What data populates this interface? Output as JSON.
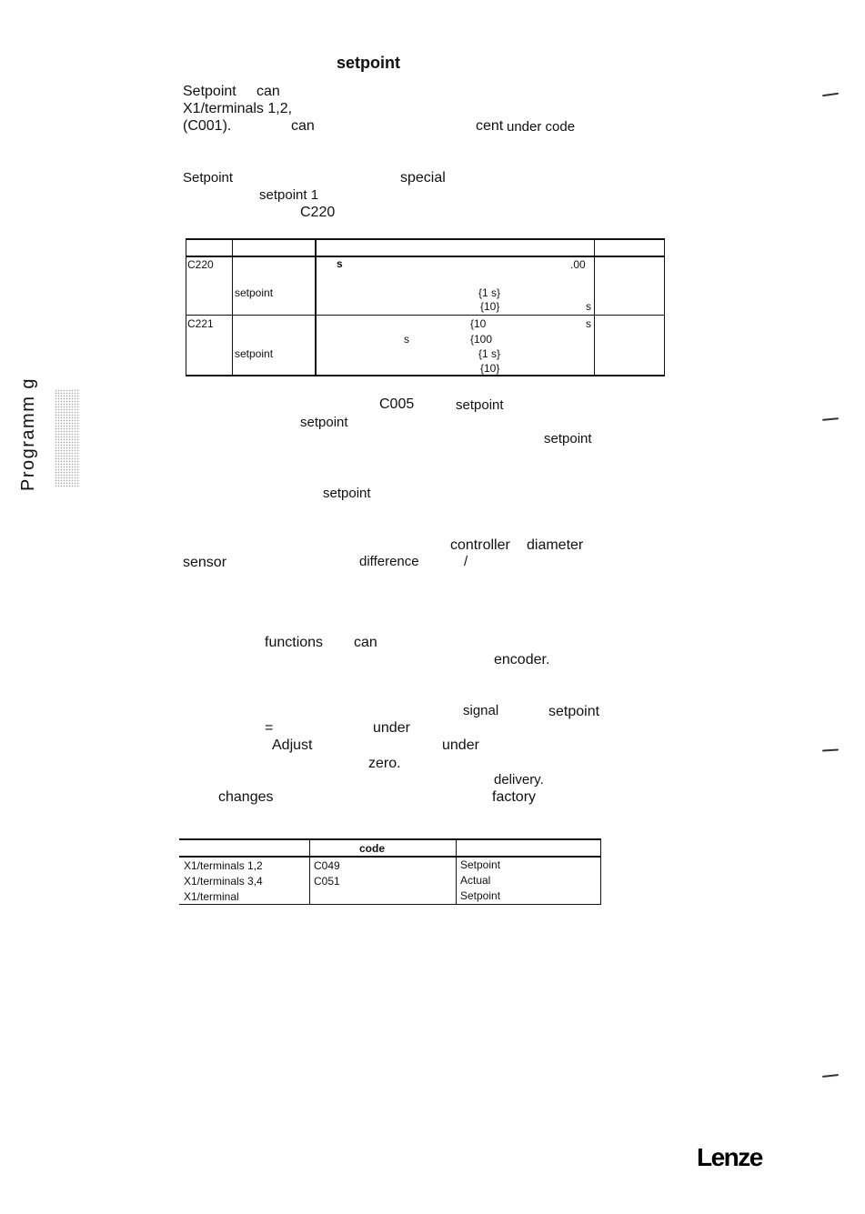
{
  "heading": "setpoint",
  "para1": {
    "line1": [
      "Setpoint",
      "can"
    ],
    "line2": [
      "X1/terminals 1,2,"
    ],
    "line3": [
      "(C001).",
      "can",
      "cent",
      "under code"
    ]
  },
  "para2": {
    "line1": [
      "Setpoint",
      "special"
    ],
    "line2": [
      "setpoint 1"
    ],
    "line3": [
      "C220"
    ]
  },
  "table1": {
    "rows": [
      {
        "code": "C220",
        "name": "setpoint",
        "values": [
          "s",
          ".00",
          "{1 s}",
          "{10}",
          "s"
        ]
      },
      {
        "code": "C221",
        "name": "setpoint",
        "values": [
          "{10",
          "s",
          "s",
          "{100",
          "{1 s}",
          "{10}"
        ]
      }
    ]
  },
  "para3": {
    "line1": [
      "C005",
      "setpoint"
    ],
    "line2": [
      "setpoint"
    ],
    "line3": [
      "setpoint"
    ],
    "line4": [
      "setpoint"
    ]
  },
  "para4": {
    "line1": [
      "controller",
      "diameter"
    ],
    "line2": [
      "sensor",
      "difference",
      "/"
    ]
  },
  "para5": {
    "line1": [
      "functions",
      "can"
    ],
    "line2": [
      "encoder."
    ]
  },
  "para6": {
    "line1": [
      "signal",
      "setpoint"
    ],
    "line2": [
      "=",
      "under"
    ],
    "line3": [
      "Adjust",
      "under"
    ],
    "line4": [
      "zero."
    ],
    "line5": [
      "delivery."
    ],
    "line6": [
      "changes",
      "factory"
    ]
  },
  "table2": {
    "header": "code",
    "rows": [
      [
        "X1/terminals 1,2",
        "C049",
        "Setpoint"
      ],
      [
        "X1/terminals 3,4",
        "C051",
        "Actual"
      ],
      [
        "X1/terminal",
        "",
        "Setpoint"
      ]
    ]
  },
  "side_label": "Programm g",
  "logo": "Lenze"
}
